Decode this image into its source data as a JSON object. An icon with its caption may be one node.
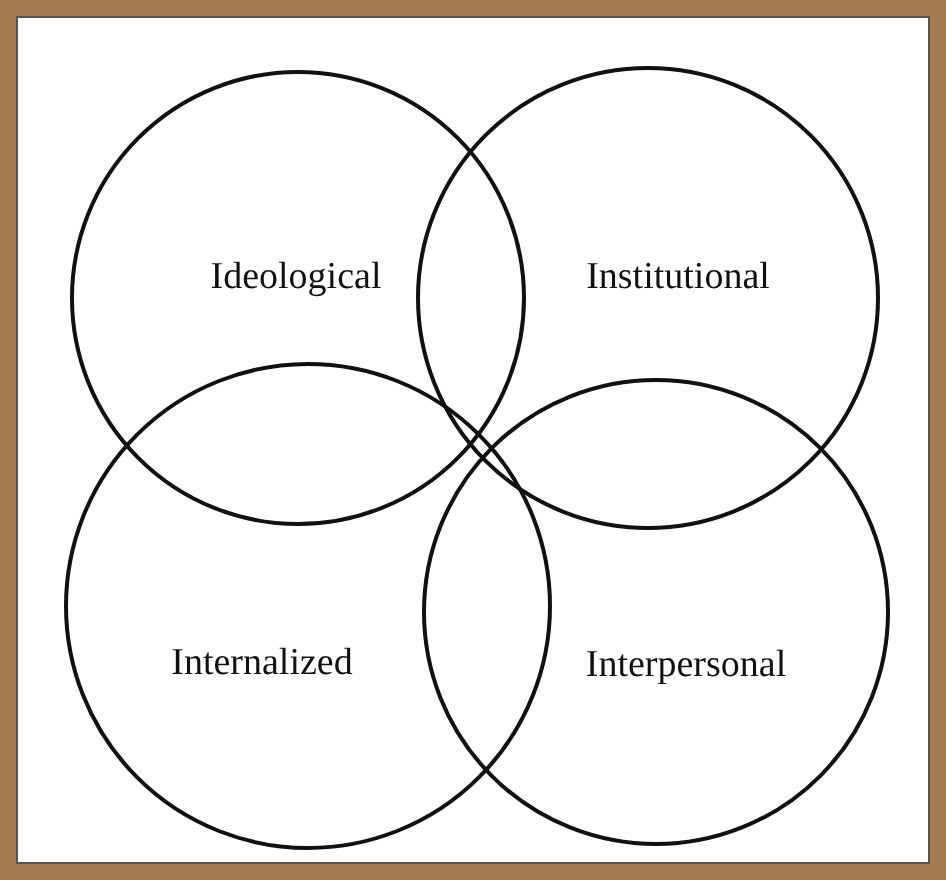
{
  "diagram": {
    "nodes": [
      {
        "text": [
          "Ideological"
        ]
      },
      {
        "text": [
          "Institutional"
        ]
      },
      {
        "text": [
          "Internalized"
        ]
      },
      {
        "text": [
          "Interpersonal"
        ]
      }
    ]
  }
}
